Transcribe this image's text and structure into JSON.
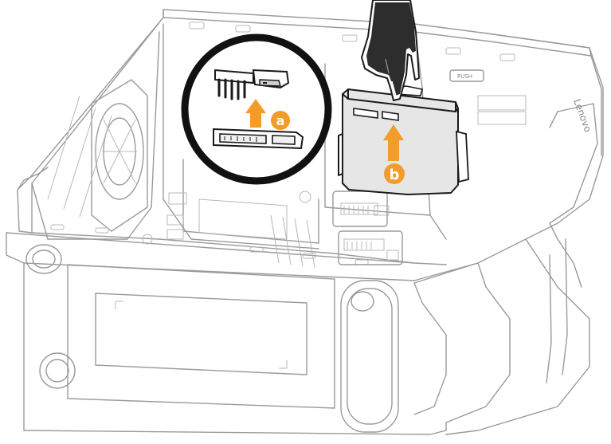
{
  "callouts": {
    "a": "a",
    "b": "b"
  },
  "case_labels": {
    "push": "PUSH",
    "brand": "Lenovo"
  },
  "colors": {
    "accent": "#f39c2a",
    "line": "#9a9a9a",
    "ink": "#1a1a1a",
    "drive_fill": "#e6e6e6"
  },
  "icons": [
    "hand-icon",
    "arrow-up-icon",
    "magnifier-circle-icon"
  ]
}
